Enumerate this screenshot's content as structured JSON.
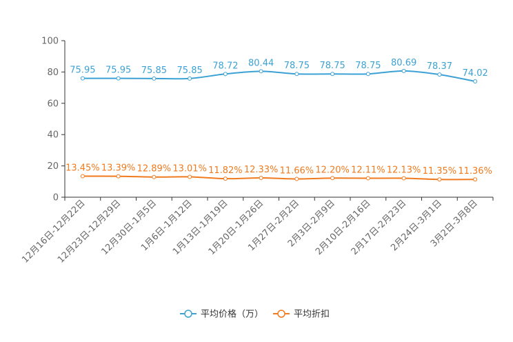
{
  "chart_data": {
    "type": "line",
    "categories": [
      "12月16日-12月22日",
      "12月23日-12月29日",
      "12月30日-1月5日",
      "1月6日-1月12日",
      "1月13日-1月19日",
      "1月20日-1月26日",
      "1月27日-2月2日",
      "2月3日-2月9日",
      "2月10日-2月16日",
      "2月17日-2月23日",
      "2月24日-3月1日",
      "3月2日-3月8日"
    ],
    "ylim": [
      0,
      100
    ],
    "yticks": [
      0,
      20,
      40,
      60,
      80,
      100
    ],
    "grid": false,
    "legend_position": "bottom",
    "series": [
      {
        "name": "平均价格（万）",
        "color": "#3ba1d4",
        "values": [
          75.95,
          75.95,
          75.85,
          75.85,
          78.72,
          80.44,
          78.75,
          78.75,
          78.75,
          80.69,
          78.37,
          74.02
        ],
        "labels": [
          "75.95",
          "75.95",
          "75.85",
          "75.85",
          "78.72",
          "80.44",
          "78.75",
          "78.75",
          "78.75",
          "80.69",
          "78.37",
          "74.02"
        ]
      },
      {
        "name": "平均折扣",
        "color": "#f07a1d",
        "values": [
          13.45,
          13.39,
          12.89,
          13.01,
          11.82,
          12.33,
          11.66,
          12.2,
          12.11,
          12.13,
          11.35,
          11.36
        ],
        "labels": [
          "13.45%",
          "13.39%",
          "12.89%",
          "13.01%",
          "11.82%",
          "12.33%",
          "11.66%",
          "12.20%",
          "12.11%",
          "12.13%",
          "11.35%",
          "11.36%"
        ]
      }
    ]
  }
}
